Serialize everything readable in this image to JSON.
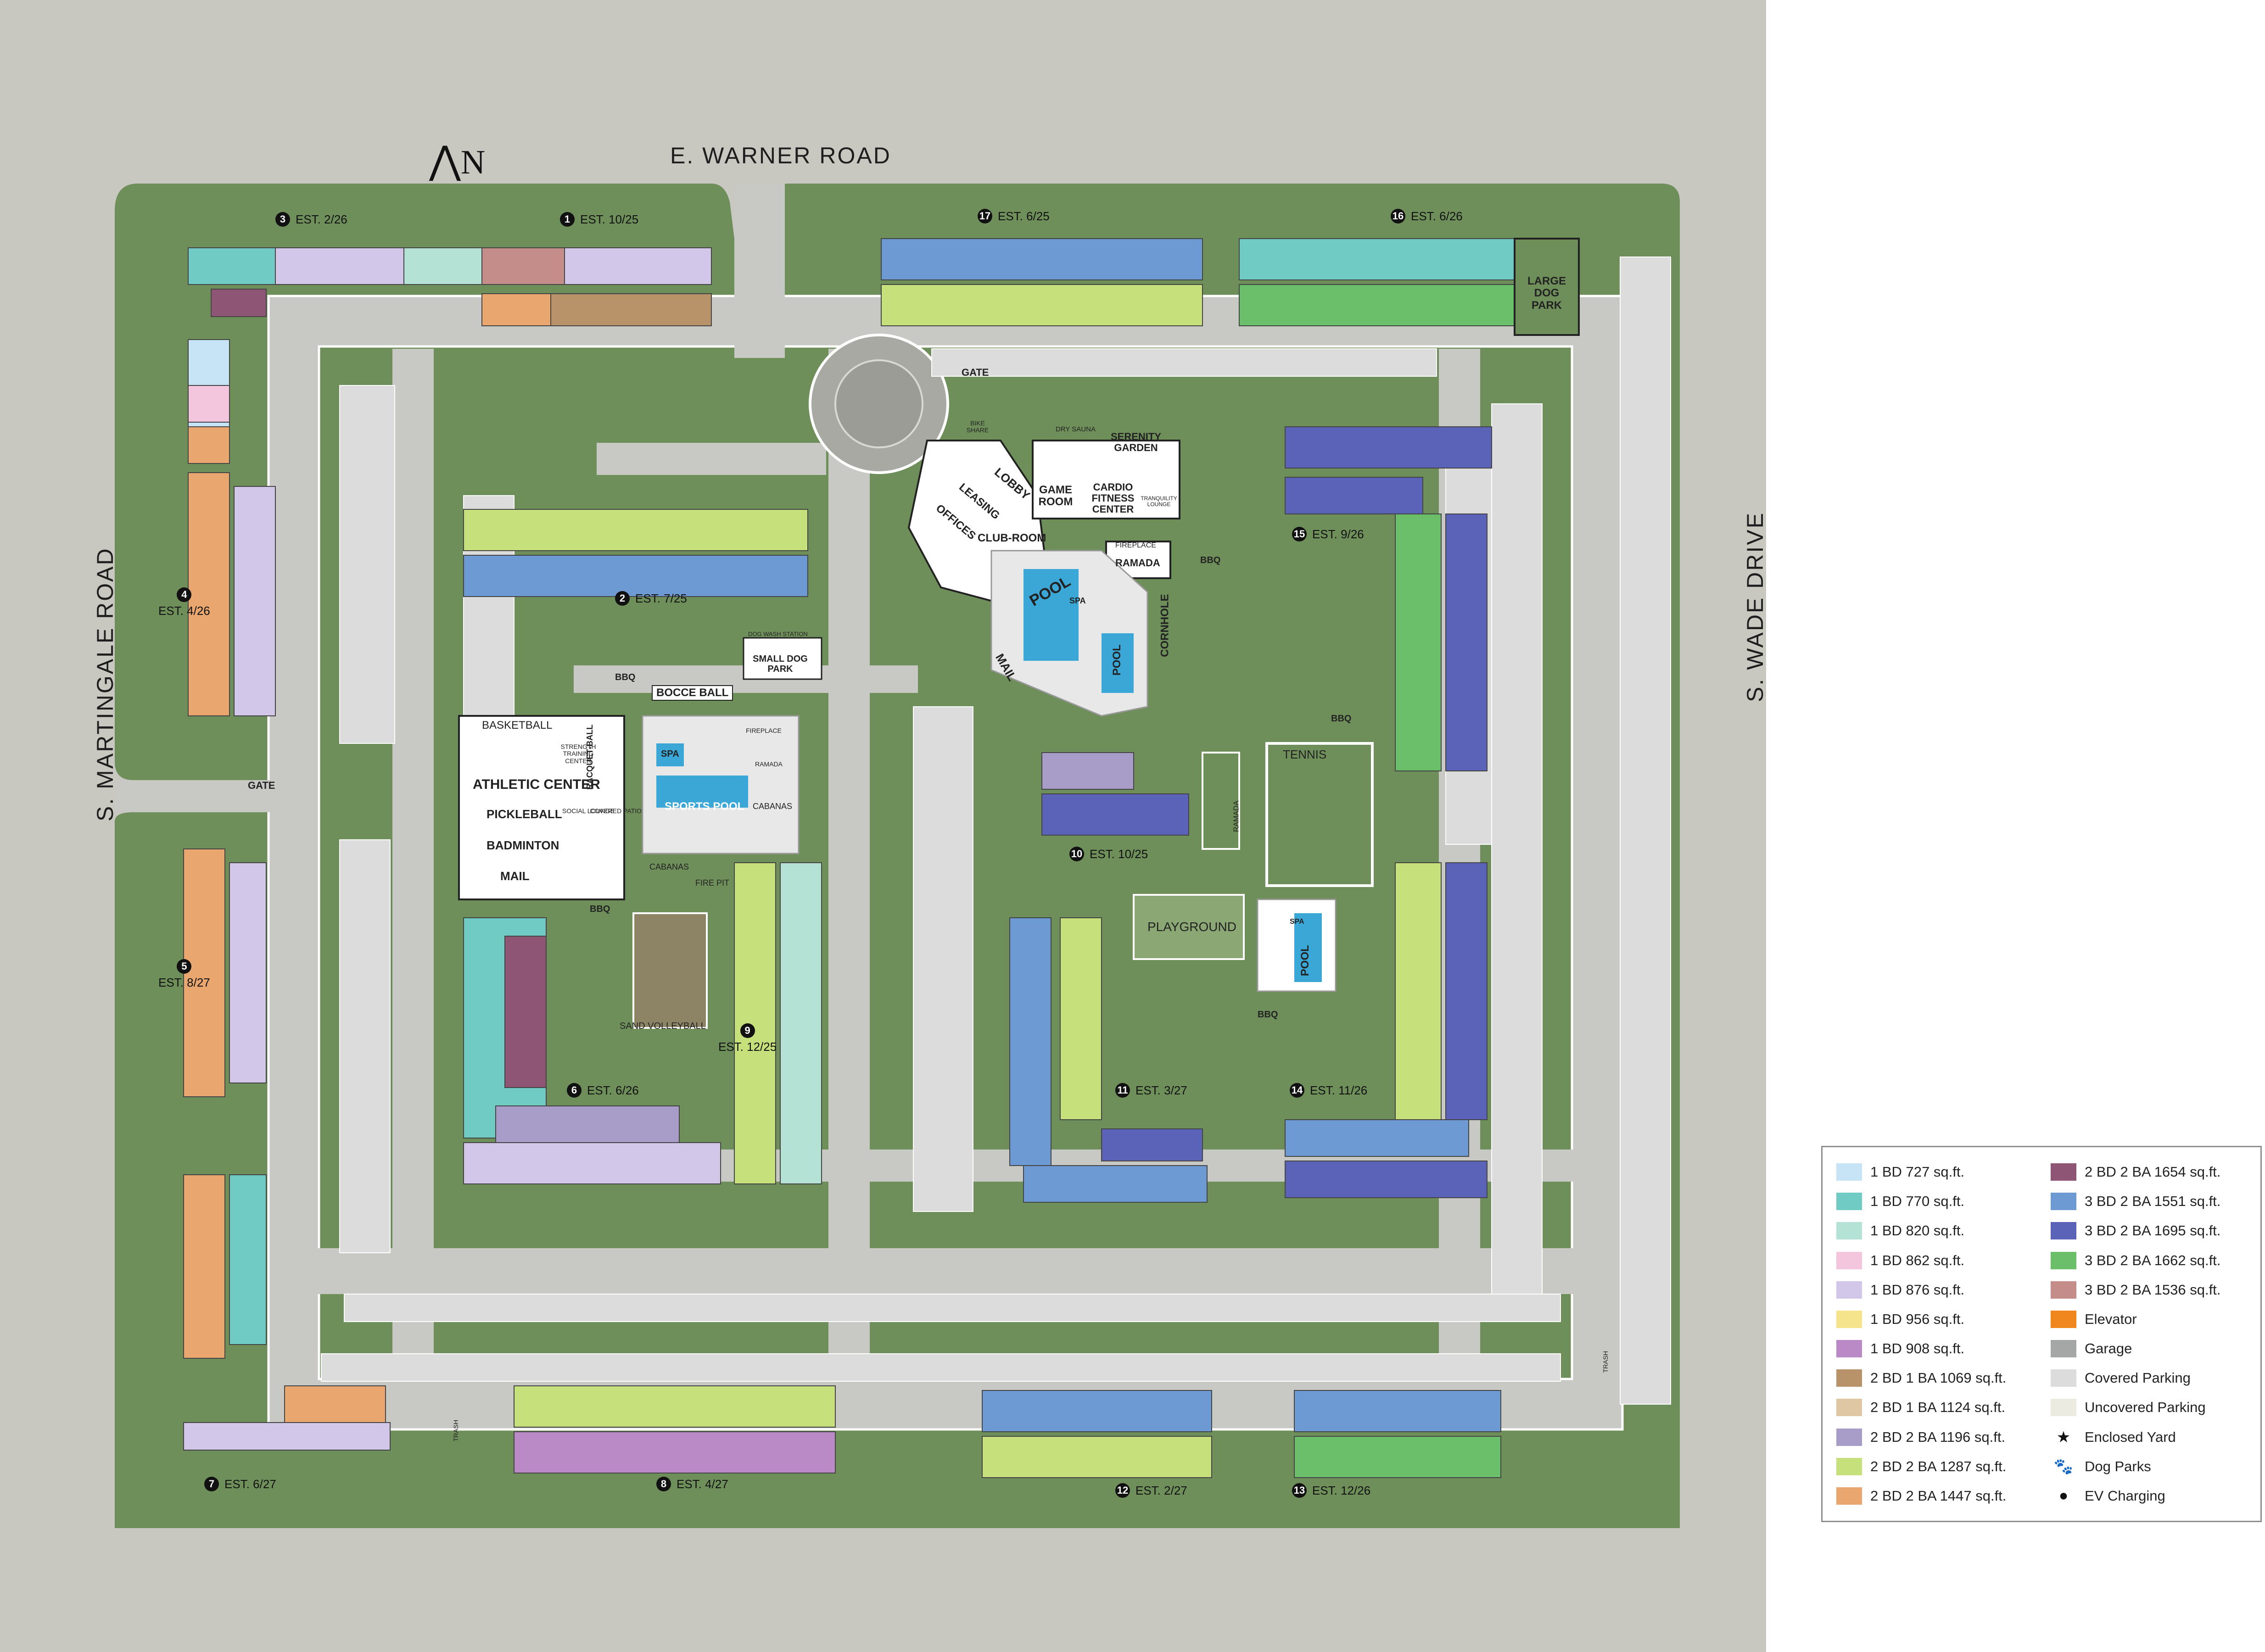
{
  "roads": {
    "north": "E. WARNER ROAD",
    "west": "S. MARTINGALE ROAD",
    "east": "S. WADE DRIVE"
  },
  "north_arrow": {
    "arrow": "⋀",
    "letter": "N"
  },
  "phases": [
    {
      "num": "1",
      "est": "EST. 10/25"
    },
    {
      "num": "2",
      "est": "EST. 7/25"
    },
    {
      "num": "3",
      "est": "EST. 2/26"
    },
    {
      "num": "4",
      "est": "EST. 4/26"
    },
    {
      "num": "5",
      "est": "EST. 8/27"
    },
    {
      "num": "6",
      "est": "EST. 6/26"
    },
    {
      "num": "7",
      "est": "EST. 6/27"
    },
    {
      "num": "8",
      "est": "EST. 4/27"
    },
    {
      "num": "9",
      "est": "EST. 12/25"
    },
    {
      "num": "10",
      "est": "EST. 10/25"
    },
    {
      "num": "11",
      "est": "EST. 3/27"
    },
    {
      "num": "12",
      "est": "EST. 2/27"
    },
    {
      "num": "13",
      "est": "EST. 12/26"
    },
    {
      "num": "14",
      "est": "EST. 11/26"
    },
    {
      "num": "15",
      "est": "EST. 9/26"
    },
    {
      "num": "16",
      "est": "EST. 6/26"
    },
    {
      "num": "17",
      "est": "EST. 6/25"
    }
  ],
  "amenities": {
    "gate": "GATE",
    "large_dog_park": "LARGE DOG PARK",
    "small_dog_park": "SMALL DOG PARK",
    "dog_wash": "DOG WASH STATION",
    "bocce": "BOCCE BALL",
    "basketball": "BASKETBALL",
    "athletic_center": "ATHLETIC CENTER",
    "pickleball": "PICKLEBALL",
    "badminton": "BADMINTON",
    "mail": "MAIL",
    "racquetball": "RACQUET-BALL",
    "strength_center": "STRENGTH TRAINING CENTER",
    "social_lounge": "SOCIAL LOUNGE",
    "covered_patio": "COVERED PATIO",
    "spa": "SPA",
    "sports_pool": "SPORTS POOL",
    "cabanas": "CABANAS",
    "fireplace": "FIREPLACE",
    "ramada": "RAMADA",
    "fire_pit": "FIRE PIT",
    "bbq": "BBQ",
    "sand_volleyball": "SAND VOLLEYBALL",
    "pool": "POOL",
    "cornhole": "CORNHOLE",
    "lobby": "LOBBY",
    "leasing": "LEASING",
    "offices": "OFFICES",
    "club_room": "CLUB-ROOM",
    "game_room": "GAME ROOM",
    "cardio": "CARDIO FITNESS CENTER",
    "serenity_garden": "SERENITY GARDEN",
    "dry_sauna": "DRY SAUNA",
    "tranquility_lounge": "TRANQUILITY LOUNGE",
    "bike_share": "BIKE SHARE",
    "tennis": "TENNIS",
    "playground": "PLAYGROUND",
    "trash": "TRASH"
  },
  "legend": [
    {
      "label": "1 BD 727 sq.ft.",
      "color": "#c6e4f6"
    },
    {
      "label": "1 BD 770 sq.ft.",
      "color": "#6fcbc3"
    },
    {
      "label": "1 BD 820 sq.ft.",
      "color": "#b4e2d4"
    },
    {
      "label": "1 BD 862 sq.ft.",
      "color": "#f4c6dd"
    },
    {
      "label": "1 BD 876 sq.ft.",
      "color": "#d2c7e8"
    },
    {
      "label": "1 BD 956 sq.ft.",
      "color": "#f6e48c"
    },
    {
      "label": "1 BD 908 sq.ft.",
      "color": "#b98ac6"
    },
    {
      "label": "2 BD 1 BA 1069 sq.ft.",
      "color": "#b8936a"
    },
    {
      "label": "2 BD 1 BA 1124 sq.ft.",
      "color": "#e0c7a4"
    },
    {
      "label": "2 BD 2 BA 1196 sq.ft.",
      "color": "#a89cc8"
    },
    {
      "label": "2 BD 2 BA 1287 sq.ft.",
      "color": "#c6e07c"
    },
    {
      "label": "2 BD 2 BA 1447 sq.ft.",
      "color": "#e9a76f"
    },
    {
      "label": "2 BD 2 BA 1654 sq.ft.",
      "color": "#8e5674"
    },
    {
      "label": "3 BD 2 BA 1551 sq.ft.",
      "color": "#6d9ad3"
    },
    {
      "label": "3 BD 2 BA 1695 sq.ft.",
      "color": "#5b63b9"
    },
    {
      "label": "3 BD 2 BA 1662 sq.ft.",
      "color": "#6bbf6b"
    },
    {
      "label": "3 BD 2 BA 1536 sq.ft.",
      "color": "#c48d8a"
    },
    {
      "label": "Elevator",
      "color": "#f0871e"
    },
    {
      "label": "Garage",
      "color": "#a5a7a6"
    },
    {
      "label": "Covered Parking",
      "color": "#dcdcdc"
    },
    {
      "label": "Uncovered Parking",
      "color": "#ecebe1"
    },
    {
      "label": "Enclosed Yard",
      "symbol": "★"
    },
    {
      "label": "Dog Parks",
      "symbol": "🐾"
    },
    {
      "label": "EV Charging",
      "symbol": "●"
    }
  ],
  "colors": {
    "background": "#c9c8c0",
    "grass": "#6f8f5a",
    "road": "#c8c9c4",
    "curb": "#ffffff",
    "pool": "#3aa7d6"
  }
}
